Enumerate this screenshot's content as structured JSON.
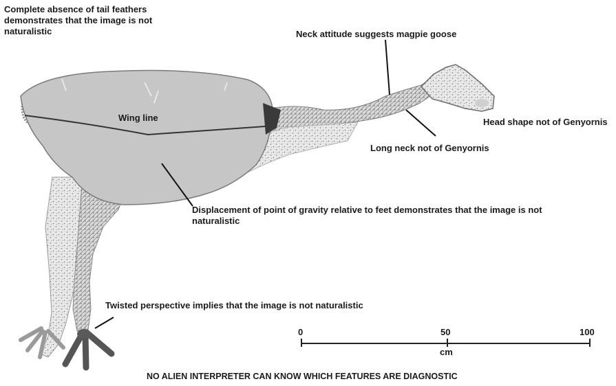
{
  "annotations": {
    "tail": "Complete absence of tail feathers demonstrates that the image is not naturalistic",
    "neck_attitude": "Neck attitude suggests magpie goose",
    "wing_line": "Wing line",
    "head_shape": "Head shape not of Genyornis",
    "long_neck": "Long neck not of Genyornis",
    "gravity": "Displacement of point of gravity relative to feet demonstrates that the image is not naturalistic",
    "perspective": "Twisted perspective implies that the image is not naturalistic"
  },
  "scale_bar": {
    "ticks": [
      "0",
      "50",
      "100"
    ],
    "unit": "cm"
  },
  "caption": "NO ALIEN INTERPRETER CAN KNOW WHICH FEATURES  ARE DIAGNOSTIC"
}
